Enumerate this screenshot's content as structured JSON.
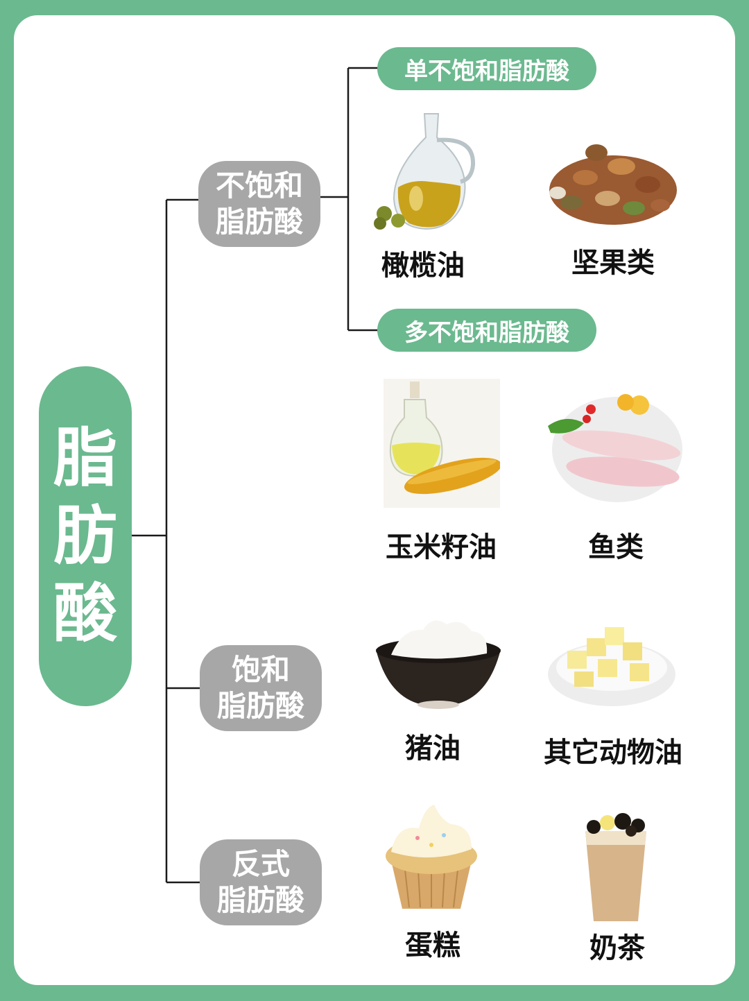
{
  "root": {
    "chars": [
      "脂",
      "肪",
      "酸"
    ]
  },
  "categories": {
    "unsaturated": {
      "line1": "不饱和",
      "line2": "脂肪酸"
    },
    "saturated": {
      "line1": "饱和",
      "line2": "脂肪酸"
    },
    "trans": {
      "line1": "反式",
      "line2": "脂肪酸"
    }
  },
  "subcategories": {
    "mono": "单不饱和脂肪酸",
    "poly": "多不饱和脂肪酸"
  },
  "foods": {
    "olive_oil": "橄榄油",
    "nuts": "坚果类",
    "corn_oil": "玉米籽油",
    "fish": "鱼类",
    "lard": "猪油",
    "other_animal_oil": "其它动物油",
    "cake": "蛋糕",
    "milk_tea": "奶茶"
  },
  "colors": {
    "frame": "#6bb98f",
    "category_pill": "#a7a7a7",
    "connector": "#1a1a1a"
  }
}
